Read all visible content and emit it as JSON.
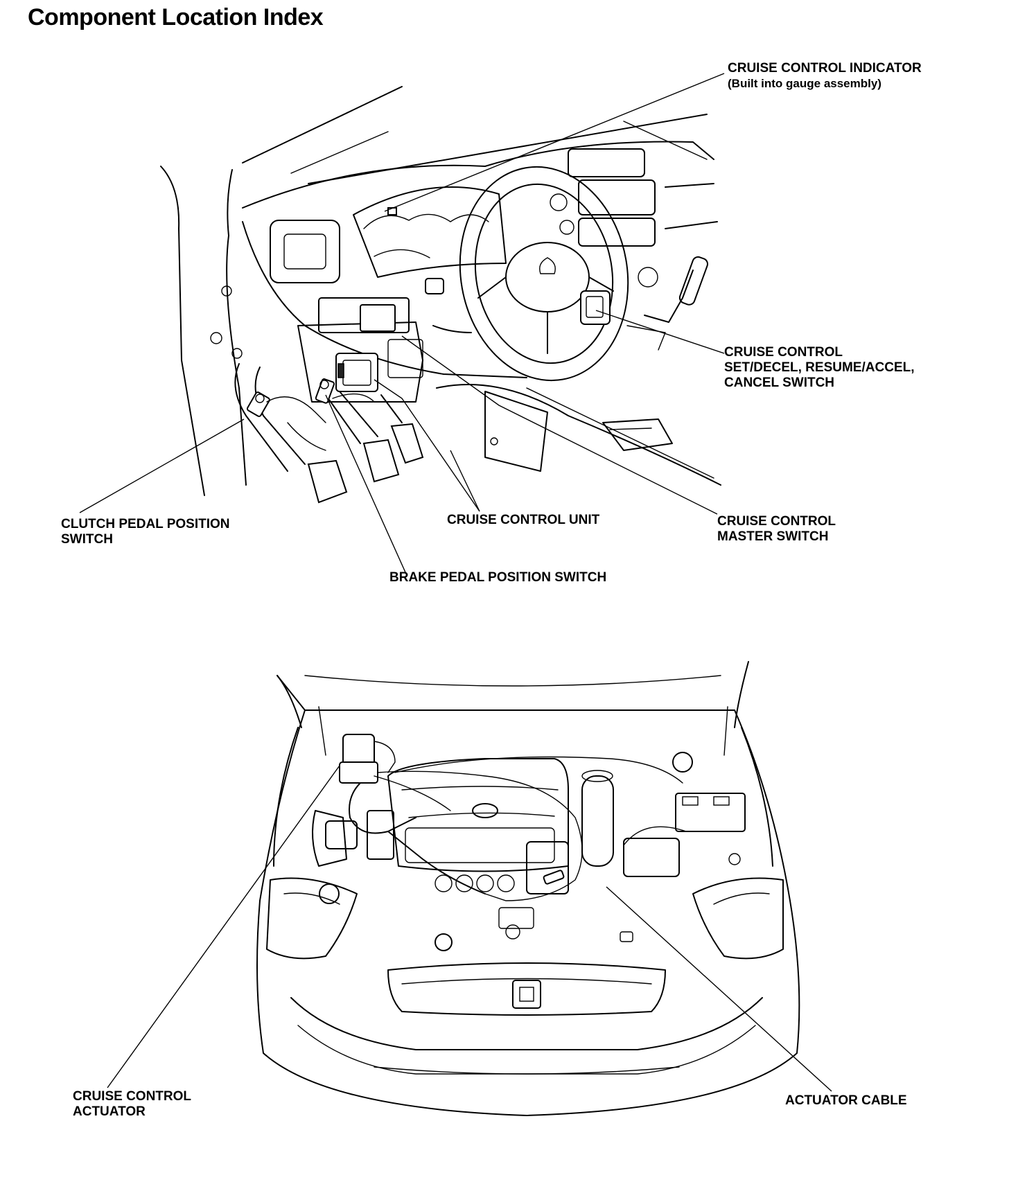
{
  "page": {
    "title": "Component Location Index"
  },
  "labels": {
    "indicator": {
      "line1": "CRUISE CONTROL INDICATOR",
      "line2": "(Built into gauge assembly)"
    },
    "set_switch": {
      "line1": "CRUISE CONTROL",
      "line2": "SET/DECEL, RESUME/ACCEL,",
      "line3": "CANCEL SWITCH"
    },
    "clutch": {
      "line1": "CLUTCH PEDAL POSITION",
      "line2": "SWITCH"
    },
    "unit": {
      "line1": "CRUISE CONTROL UNIT"
    },
    "master": {
      "line1": "CRUISE CONTROL",
      "line2": "MASTER SWITCH"
    },
    "brake": {
      "line1": "BRAKE PEDAL POSITION SWITCH"
    },
    "actuator": {
      "line1": "CRUISE CONTROL",
      "line2": "ACTUATOR"
    },
    "cable": {
      "line1": "ACTUATOR CABLE"
    }
  }
}
